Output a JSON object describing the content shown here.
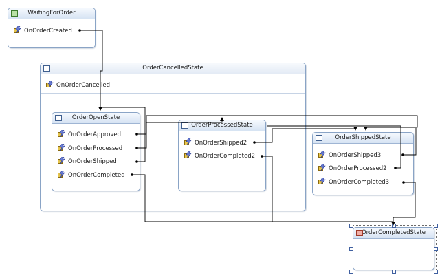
{
  "states": {
    "waiting": {
      "title": "WaitingForOrder",
      "events": [
        "OnOrderCreated"
      ]
    },
    "cancelled": {
      "title": "OrderCancelledState",
      "events": [
        "OnOrderCancelled"
      ]
    },
    "open": {
      "title": "OrderOpenState",
      "events": [
        "OnOrderApproved",
        "OnOrderProcessed",
        "OnOrderShipped",
        "OnOrderCompleted"
      ]
    },
    "processed": {
      "title": "OrderProcessedState",
      "events": [
        "OnOrderShipped2",
        "OnOrderCompleted2"
      ]
    },
    "shipped": {
      "title": "OrderShippedState",
      "events": [
        "OnOrderShipped3",
        "OnOrderProcessed2",
        "OnOrderCompleted3"
      ]
    },
    "completed": {
      "title": "OrderCompletedState",
      "events": []
    }
  },
  "colors": {
    "wire": "#000000",
    "border": "#8aa4c6",
    "header_top": "#f5f9fe",
    "header_bottom": "#d6e3f3"
  }
}
